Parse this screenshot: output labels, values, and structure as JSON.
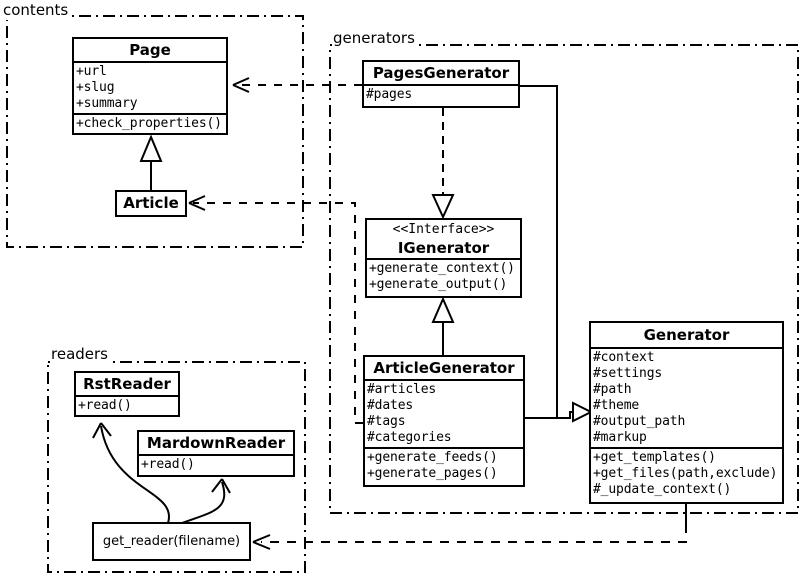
{
  "colors": {
    "line": "#000000",
    "background": "#ffffff"
  },
  "packages": {
    "contents": {
      "label": "contents"
    },
    "generators": {
      "label": "generators"
    },
    "readers": {
      "label": "readers"
    }
  },
  "classes": {
    "page": {
      "name": "Page",
      "attributes": [
        "+url",
        "+slug",
        "+summary"
      ],
      "methods": [
        "+check_properties()"
      ]
    },
    "article": {
      "name": "Article"
    },
    "pages_generator": {
      "name": "PagesGenerator",
      "attributes": [
        "#pages"
      ]
    },
    "igenerator": {
      "stereotype": "<<Interface>>",
      "name": "IGenerator",
      "methods": [
        "+generate_context()",
        "+generate_output()"
      ]
    },
    "article_generator": {
      "name": "ArticleGenerator",
      "attributes": [
        "#articles",
        "#dates",
        "#tags",
        "#categories"
      ],
      "methods": [
        "+generate_feeds()",
        "+generate_pages()"
      ]
    },
    "generator": {
      "name": "Generator",
      "attributes": [
        "#context",
        "#settings",
        "#path",
        "#theme",
        "#output_path",
        "#markup"
      ],
      "methods": [
        "+get_templates()",
        "+get_files(path,exclude)",
        "#_update_context()"
      ]
    },
    "rst_reader": {
      "name": "RstReader",
      "methods": [
        "+read()"
      ]
    },
    "mardown_reader": {
      "name": "MardownReader",
      "methods": [
        "+read()"
      ]
    },
    "get_reader": {
      "label": "get_reader(filename)"
    }
  }
}
